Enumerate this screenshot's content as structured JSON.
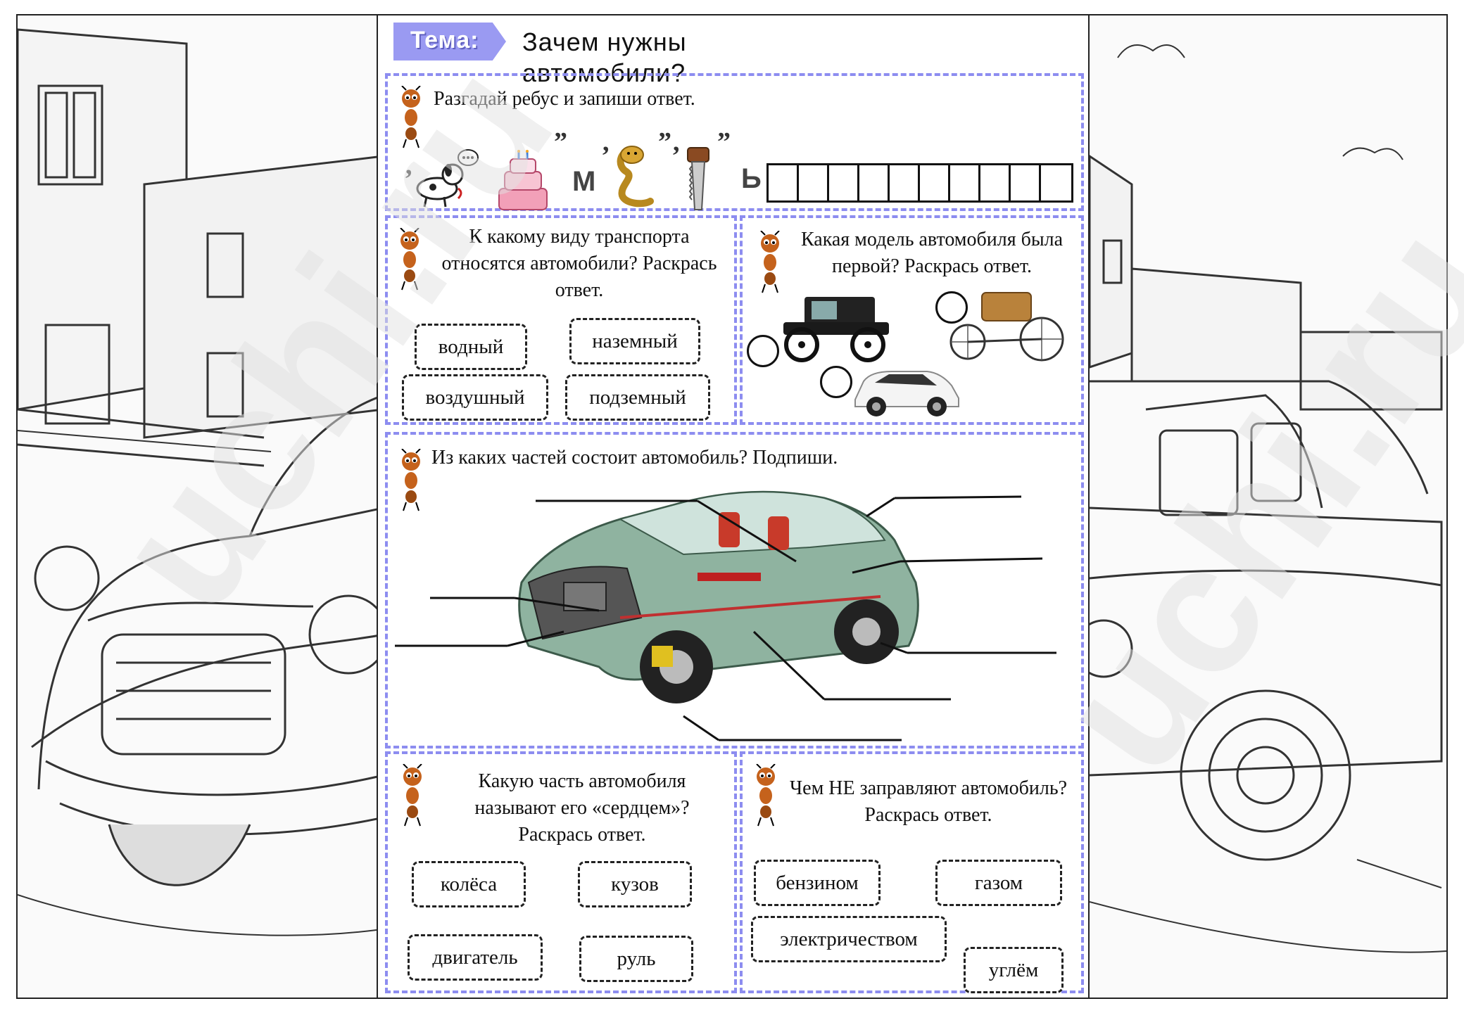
{
  "topic": {
    "label": "Тема:",
    "title": "Зачем нужны автомобили?"
  },
  "rebus": {
    "question": "Разгадай ребус и запиши ответ.",
    "letters": [
      "М",
      "Ь"
    ],
    "cells": 10
  },
  "transport_type": {
    "question": "К какому виду транспорта относятся автомобили? Раскрась ответ.",
    "options": [
      "водный",
      "наземный",
      "воздушный",
      "подземный"
    ]
  },
  "first_model": {
    "question": "Какая модель автомобиля была первой? Раскрась ответ."
  },
  "car_parts": {
    "question": "Из каких частей состоит автомобиль? Подпиши."
  },
  "car_heart": {
    "question": "Какую часть автомобиля называют его «сердцем»? Раскрась ответ.",
    "options": [
      "колёса",
      "кузов",
      "двигатель",
      "руль"
    ]
  },
  "fuel": {
    "question": "Чем НЕ заправляют автомобиль? Раскрась ответ.",
    "options": [
      "бензином",
      "газом",
      "электричеством",
      "углём"
    ]
  },
  "watermark": "uchi.ru",
  "colors": {
    "accent": "#8d8df0",
    "tag": "#9a9af2"
  }
}
